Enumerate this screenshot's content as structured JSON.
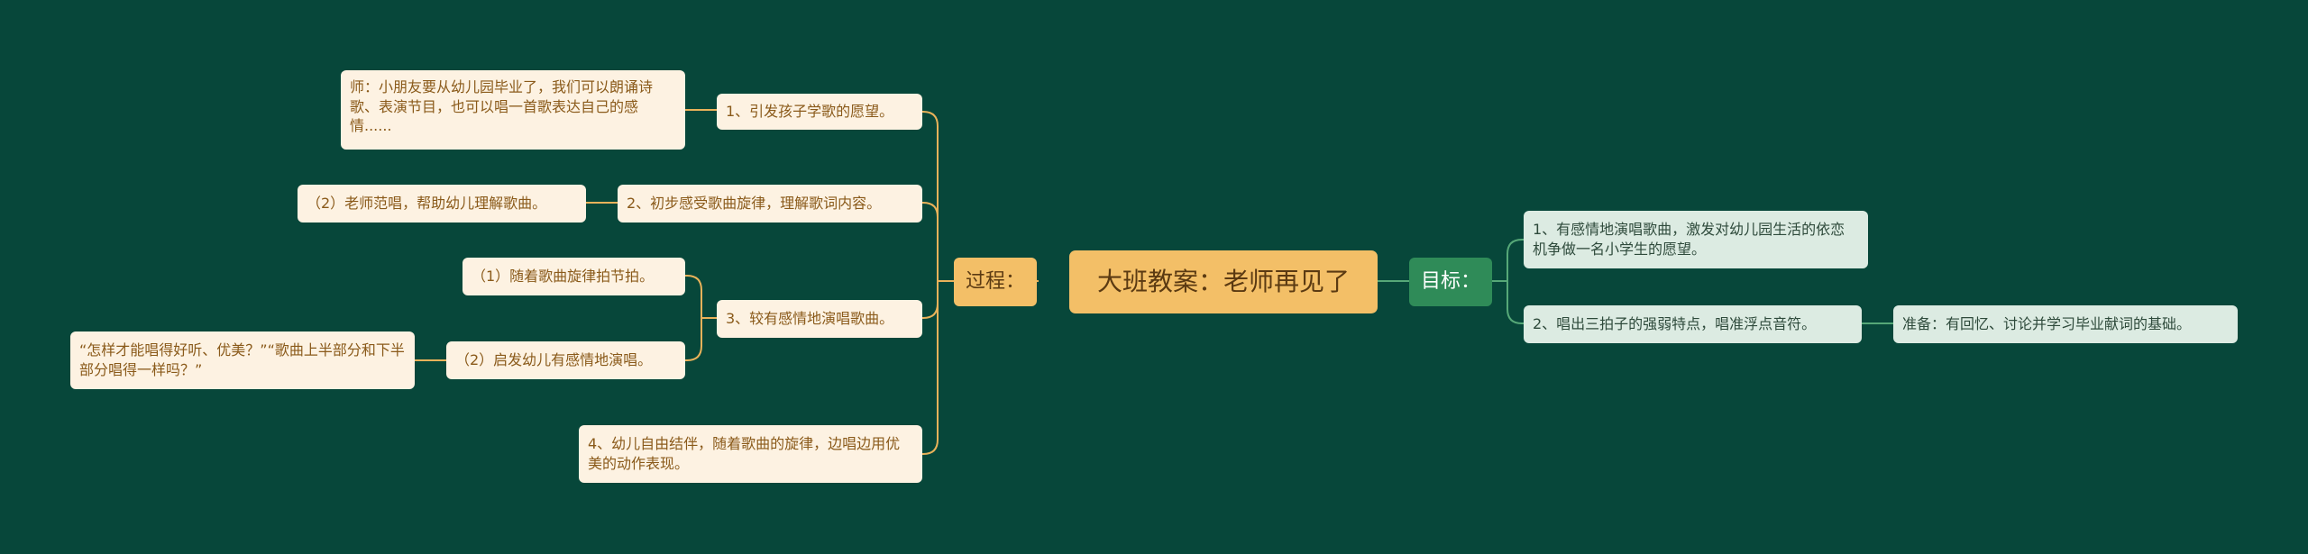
{
  "center": {
    "label": "大班教案：老师再见了"
  },
  "left_branch": {
    "label": "过程：",
    "steps": [
      {
        "label": "1、引发孩子学歌的愿望。",
        "detail": "师：小朋友要从幼儿园毕业了，我们可以朗诵诗歌、表演节目，也可以唱一首歌表达自己的感情......"
      },
      {
        "label": "2、初步感受歌曲旋律，理解歌词内容。",
        "detail": "（2）老师范唱，帮助幼儿理解歌曲。"
      },
      {
        "label": "3、较有感情地演唱歌曲。",
        "sub1": "（1）随着歌曲旋律拍节拍。",
        "sub2": "（2）启发幼儿有感情地演唱。",
        "sub2_detail": "“怎样才能唱得好听、优美？”“歌曲上半部分和下半部分唱得一样吗？”"
      },
      {
        "label": "4、幼儿自由结伴，随着歌曲的旋律，边唱边用优美的动作表现。"
      }
    ]
  },
  "right_branch": {
    "label": "目标：",
    "goals": [
      {
        "label": "1、有感情地演唱歌曲，激发对幼儿园生活的依恋机争做一名小学生的愿望。"
      },
      {
        "label": "2、唱出三拍子的强弱特点，唱准浮点音符。",
        "detail": "准备：有回忆、讨论并学习毕业献词的基础。"
      }
    ]
  },
  "colors": {
    "background": "#07473a",
    "orange_node": "#f3bf67",
    "green_node": "#2f8b58",
    "cream_leaf": "#fdf2e2",
    "mint_leaf": "#dcebe2",
    "link_orange": "#e9b25a",
    "link_green": "#56a878"
  }
}
